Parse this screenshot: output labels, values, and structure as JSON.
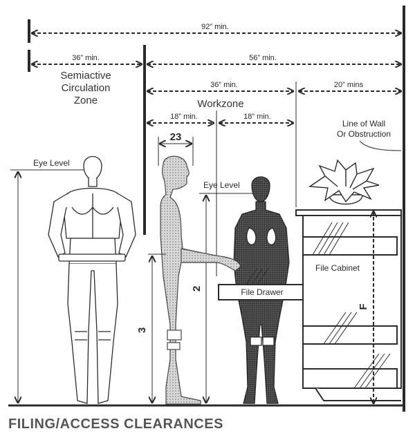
{
  "title": "FILING/ACCESS CLEARANCES",
  "dimensions": {
    "overall": "92” min.",
    "semiactive": "36” min.",
    "right_span": "56” min.",
    "workzone_span": "36” min.",
    "wall_span": "20” mins",
    "workzone_left": "18” min.",
    "workzone_right": "18” min.",
    "body_depth": "23"
  },
  "zones": {
    "semiactive_line1": "Semiactive",
    "semiactive_line2": "Circulation",
    "semiactive_line3": "Zone",
    "workzone": "Workzone"
  },
  "labels": {
    "wall_line1": "Line of Wall",
    "wall_line2": "Or Obstruction",
    "eye_level_left": "Eye Level",
    "eye_level_right": "Eye Level",
    "file_drawer": "File Drawer",
    "file_cabinet": "File Cabinet",
    "height_3": "3",
    "height_2": "2",
    "height_f": "F"
  }
}
